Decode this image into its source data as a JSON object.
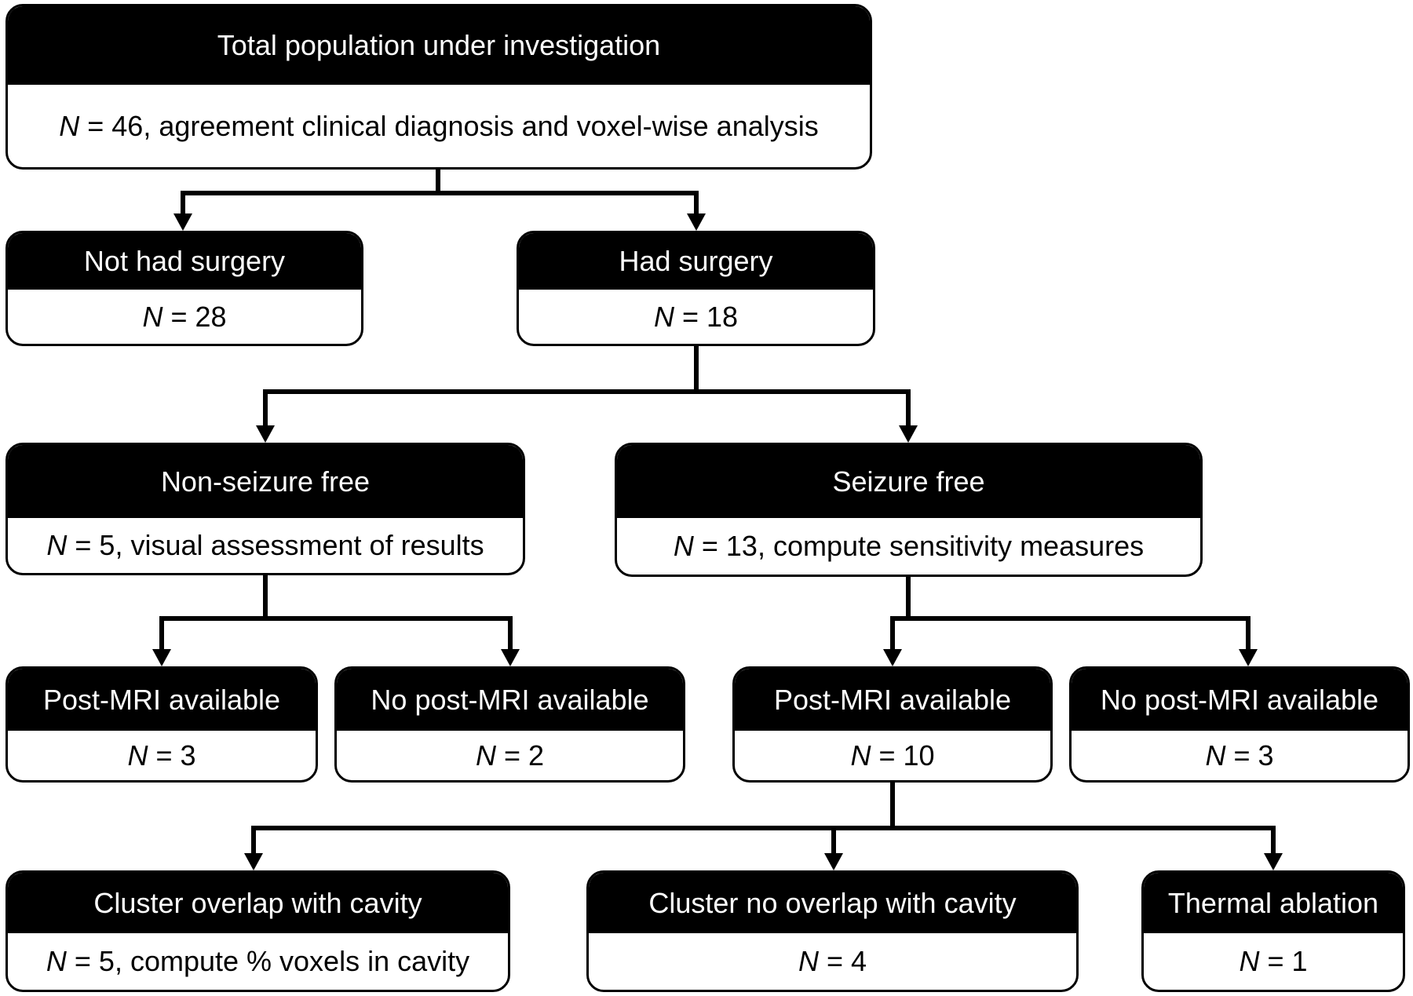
{
  "nodes": {
    "total": {
      "title": "Total population under investigation",
      "n_label": "N",
      "eq": "=",
      "count": "46",
      "note": ", agreement clinical diagnosis and voxel-wise analysis"
    },
    "not_surgery": {
      "title": "Not had surgery",
      "n_label": "N",
      "eq": "=",
      "count": "28",
      "note": ""
    },
    "had_surgery": {
      "title": "Had surgery",
      "n_label": "N",
      "eq": "=",
      "count": "18",
      "note": ""
    },
    "non_seizure_free": {
      "title": "Non-seizure free",
      "n_label": "N",
      "eq": "=",
      "count": "5",
      "note": ", visual assessment of results"
    },
    "seizure_free": {
      "title": "Seizure free",
      "n_label": "N",
      "eq": "=",
      "count": "13",
      "note": ", compute sensitivity measures"
    },
    "nsf_post_mri": {
      "title": "Post-MRI available",
      "n_label": "N",
      "eq": "=",
      "count": "3",
      "note": ""
    },
    "nsf_no_post_mri": {
      "title": "No post-MRI available",
      "n_label": "N",
      "eq": "=",
      "count": "2",
      "note": ""
    },
    "sf_post_mri": {
      "title": "Post-MRI available",
      "n_label": "N",
      "eq": "=",
      "count": "10",
      "note": ""
    },
    "sf_no_post_mri": {
      "title": "No post-MRI available",
      "n_label": "N",
      "eq": "=",
      "count": "3",
      "note": ""
    },
    "cluster_overlap": {
      "title": "Cluster overlap with cavity",
      "n_label": "N",
      "eq": "=",
      "count": "5",
      "note": ", compute % voxels in cavity"
    },
    "cluster_no_overlap": {
      "title": "Cluster no overlap with cavity",
      "n_label": "N",
      "eq": "=",
      "count": "4",
      "note": ""
    },
    "thermal_ablation": {
      "title": "Thermal ablation",
      "n_label": "N",
      "eq": "=",
      "count": "1",
      "note": ""
    }
  }
}
